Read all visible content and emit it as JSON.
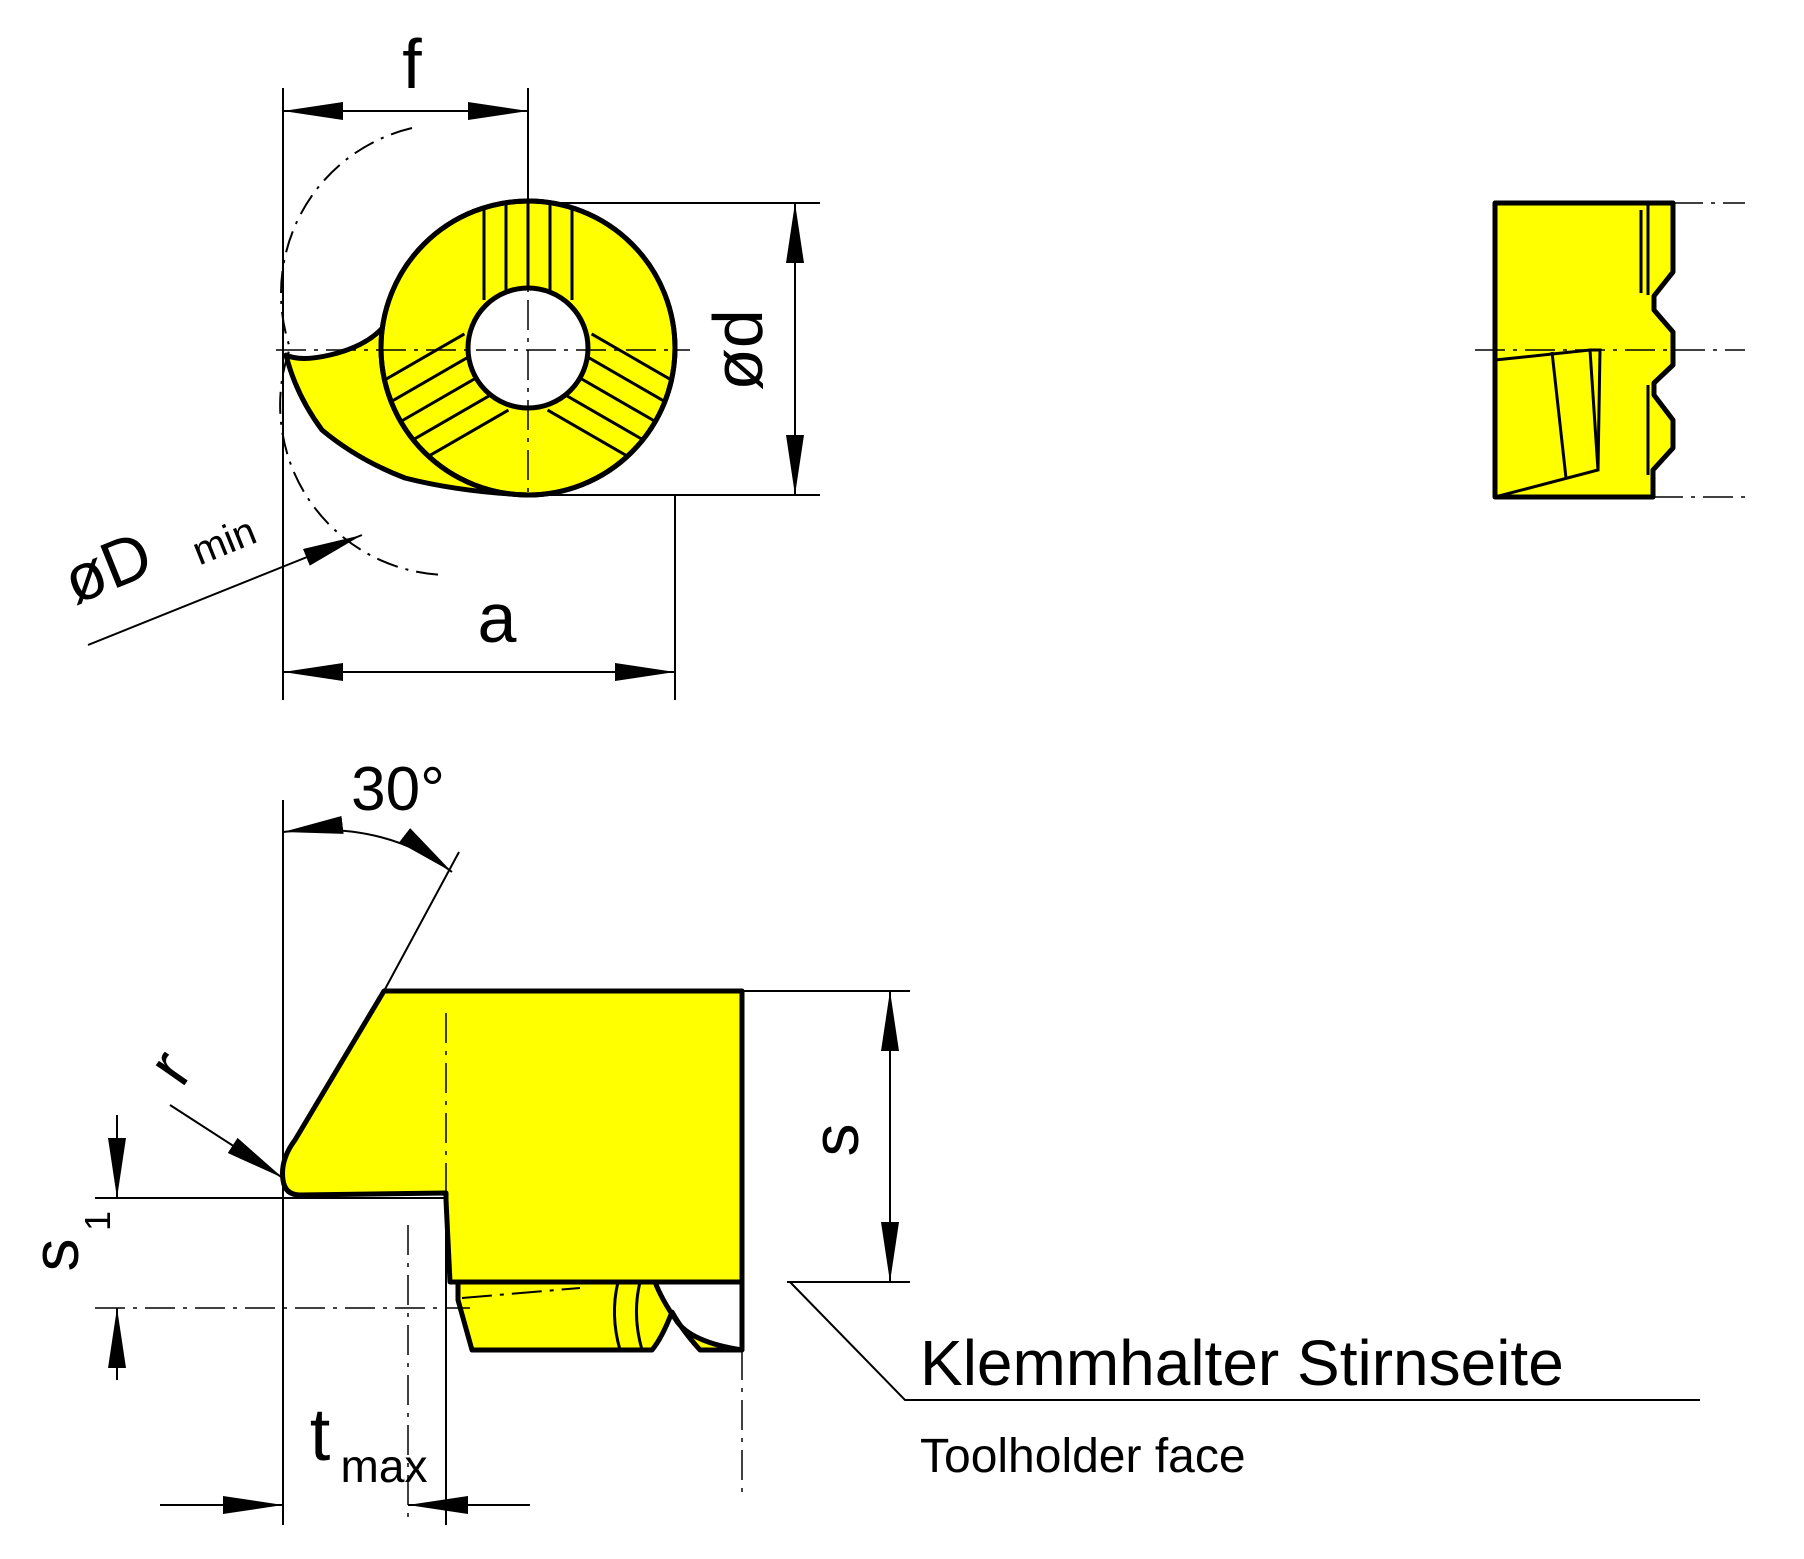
{
  "colors": {
    "fill": "#ffff00",
    "stroke": "#000000"
  },
  "labels": {
    "f": "f",
    "d": "ød",
    "dmin_main": "øD",
    "dmin_sub": "min",
    "a": "a",
    "angle": "30°",
    "r": "r",
    "s": "s",
    "s1_main": "s",
    "s1_sub": "1",
    "tmax_main": "t",
    "tmax_sub": "max",
    "caption_de": "Klemmhalter Stirnseite",
    "caption_en": "Toolholder face"
  }
}
